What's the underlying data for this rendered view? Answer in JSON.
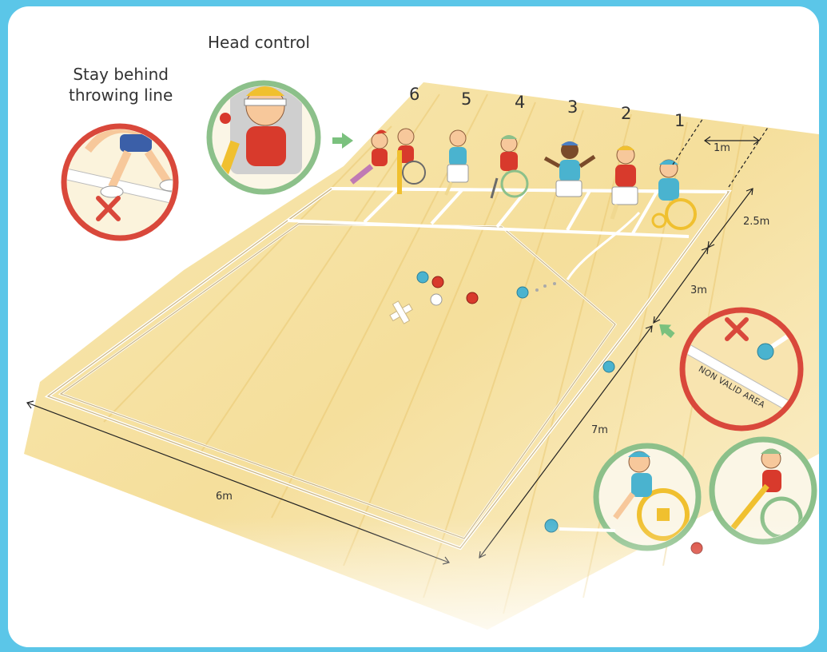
{
  "captions": {
    "stay_behind_line": [
      "Stay behind",
      "throwing line"
    ],
    "head_control": "Head control",
    "non_valid_area": "NON VALID AREA"
  },
  "boxes": [
    "6",
    "5",
    "4",
    "3",
    "2",
    "1"
  ],
  "dimensions": {
    "box_width": "1m",
    "box_depth": "2.5m",
    "v_zone": "3m",
    "court_length": "7m",
    "court_width": "6m"
  },
  "colors": {
    "background": "#5bc6e8",
    "floor_wood": "#f3d98a",
    "court_line": "#ffffff",
    "ball_red": "#d83a2c",
    "ball_blue": "#4ab3cf",
    "jack_white": "#ffffff",
    "good_ring": "#8cc08a",
    "bad_ring": "#d9483b",
    "arrow_green": "#7bc17e"
  },
  "icons": {
    "bad_practice": "red-x-icon",
    "direction": "green-arrow-icon",
    "centre_cross": "cross-mark"
  }
}
